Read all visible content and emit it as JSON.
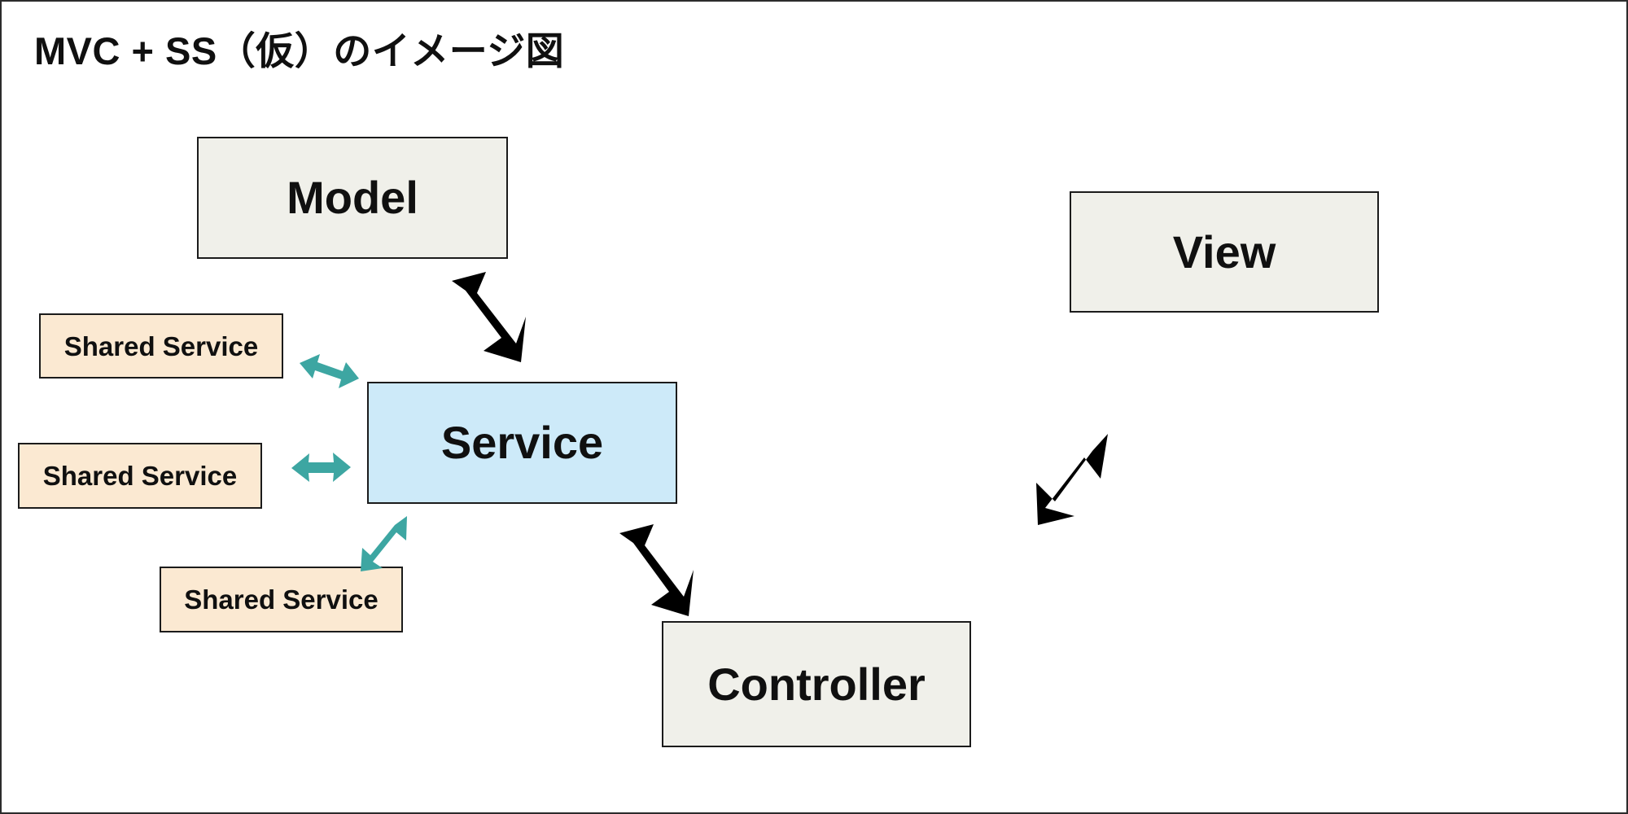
{
  "slide": {
    "title": "MVC + SS（仮）のイメージ図",
    "background_color": "#ffffff",
    "border_color": "#2b2b2b"
  },
  "colors": {
    "mvc_box_fill": "#f0f0ea",
    "service_box_fill": "#cdeaf9",
    "shared_service_fill": "#fbe9d2",
    "box_border": "#1b1b1b",
    "black_arrow": "#000000",
    "teal_arrow": "#3da6a2",
    "text": "#101010"
  },
  "nodes": {
    "model": {
      "label": "Model"
    },
    "view": {
      "label": "View"
    },
    "controller": {
      "label": "Controller"
    },
    "service": {
      "label": "Service"
    },
    "shared_services": [
      {
        "label": "Shared Service"
      },
      {
        "label": "Shared Service"
      },
      {
        "label": "Shared Service"
      }
    ]
  },
  "connectors": [
    {
      "name": "model-service",
      "style": "black-double-arrow",
      "direction": "diagonal-nwse"
    },
    {
      "name": "service-controller",
      "style": "black-double-arrow",
      "direction": "diagonal-nwse"
    },
    {
      "name": "controller-view",
      "style": "black-double-arrow",
      "direction": "diagonal-swne"
    },
    {
      "name": "shared-service-1-service",
      "style": "teal-double-arrow",
      "direction": "horizontal-tilted"
    },
    {
      "name": "shared-service-2-service",
      "style": "teal-double-arrow",
      "direction": "horizontal"
    },
    {
      "name": "shared-service-3-service",
      "style": "teal-double-arrow",
      "direction": "diagonal-swne"
    }
  ]
}
